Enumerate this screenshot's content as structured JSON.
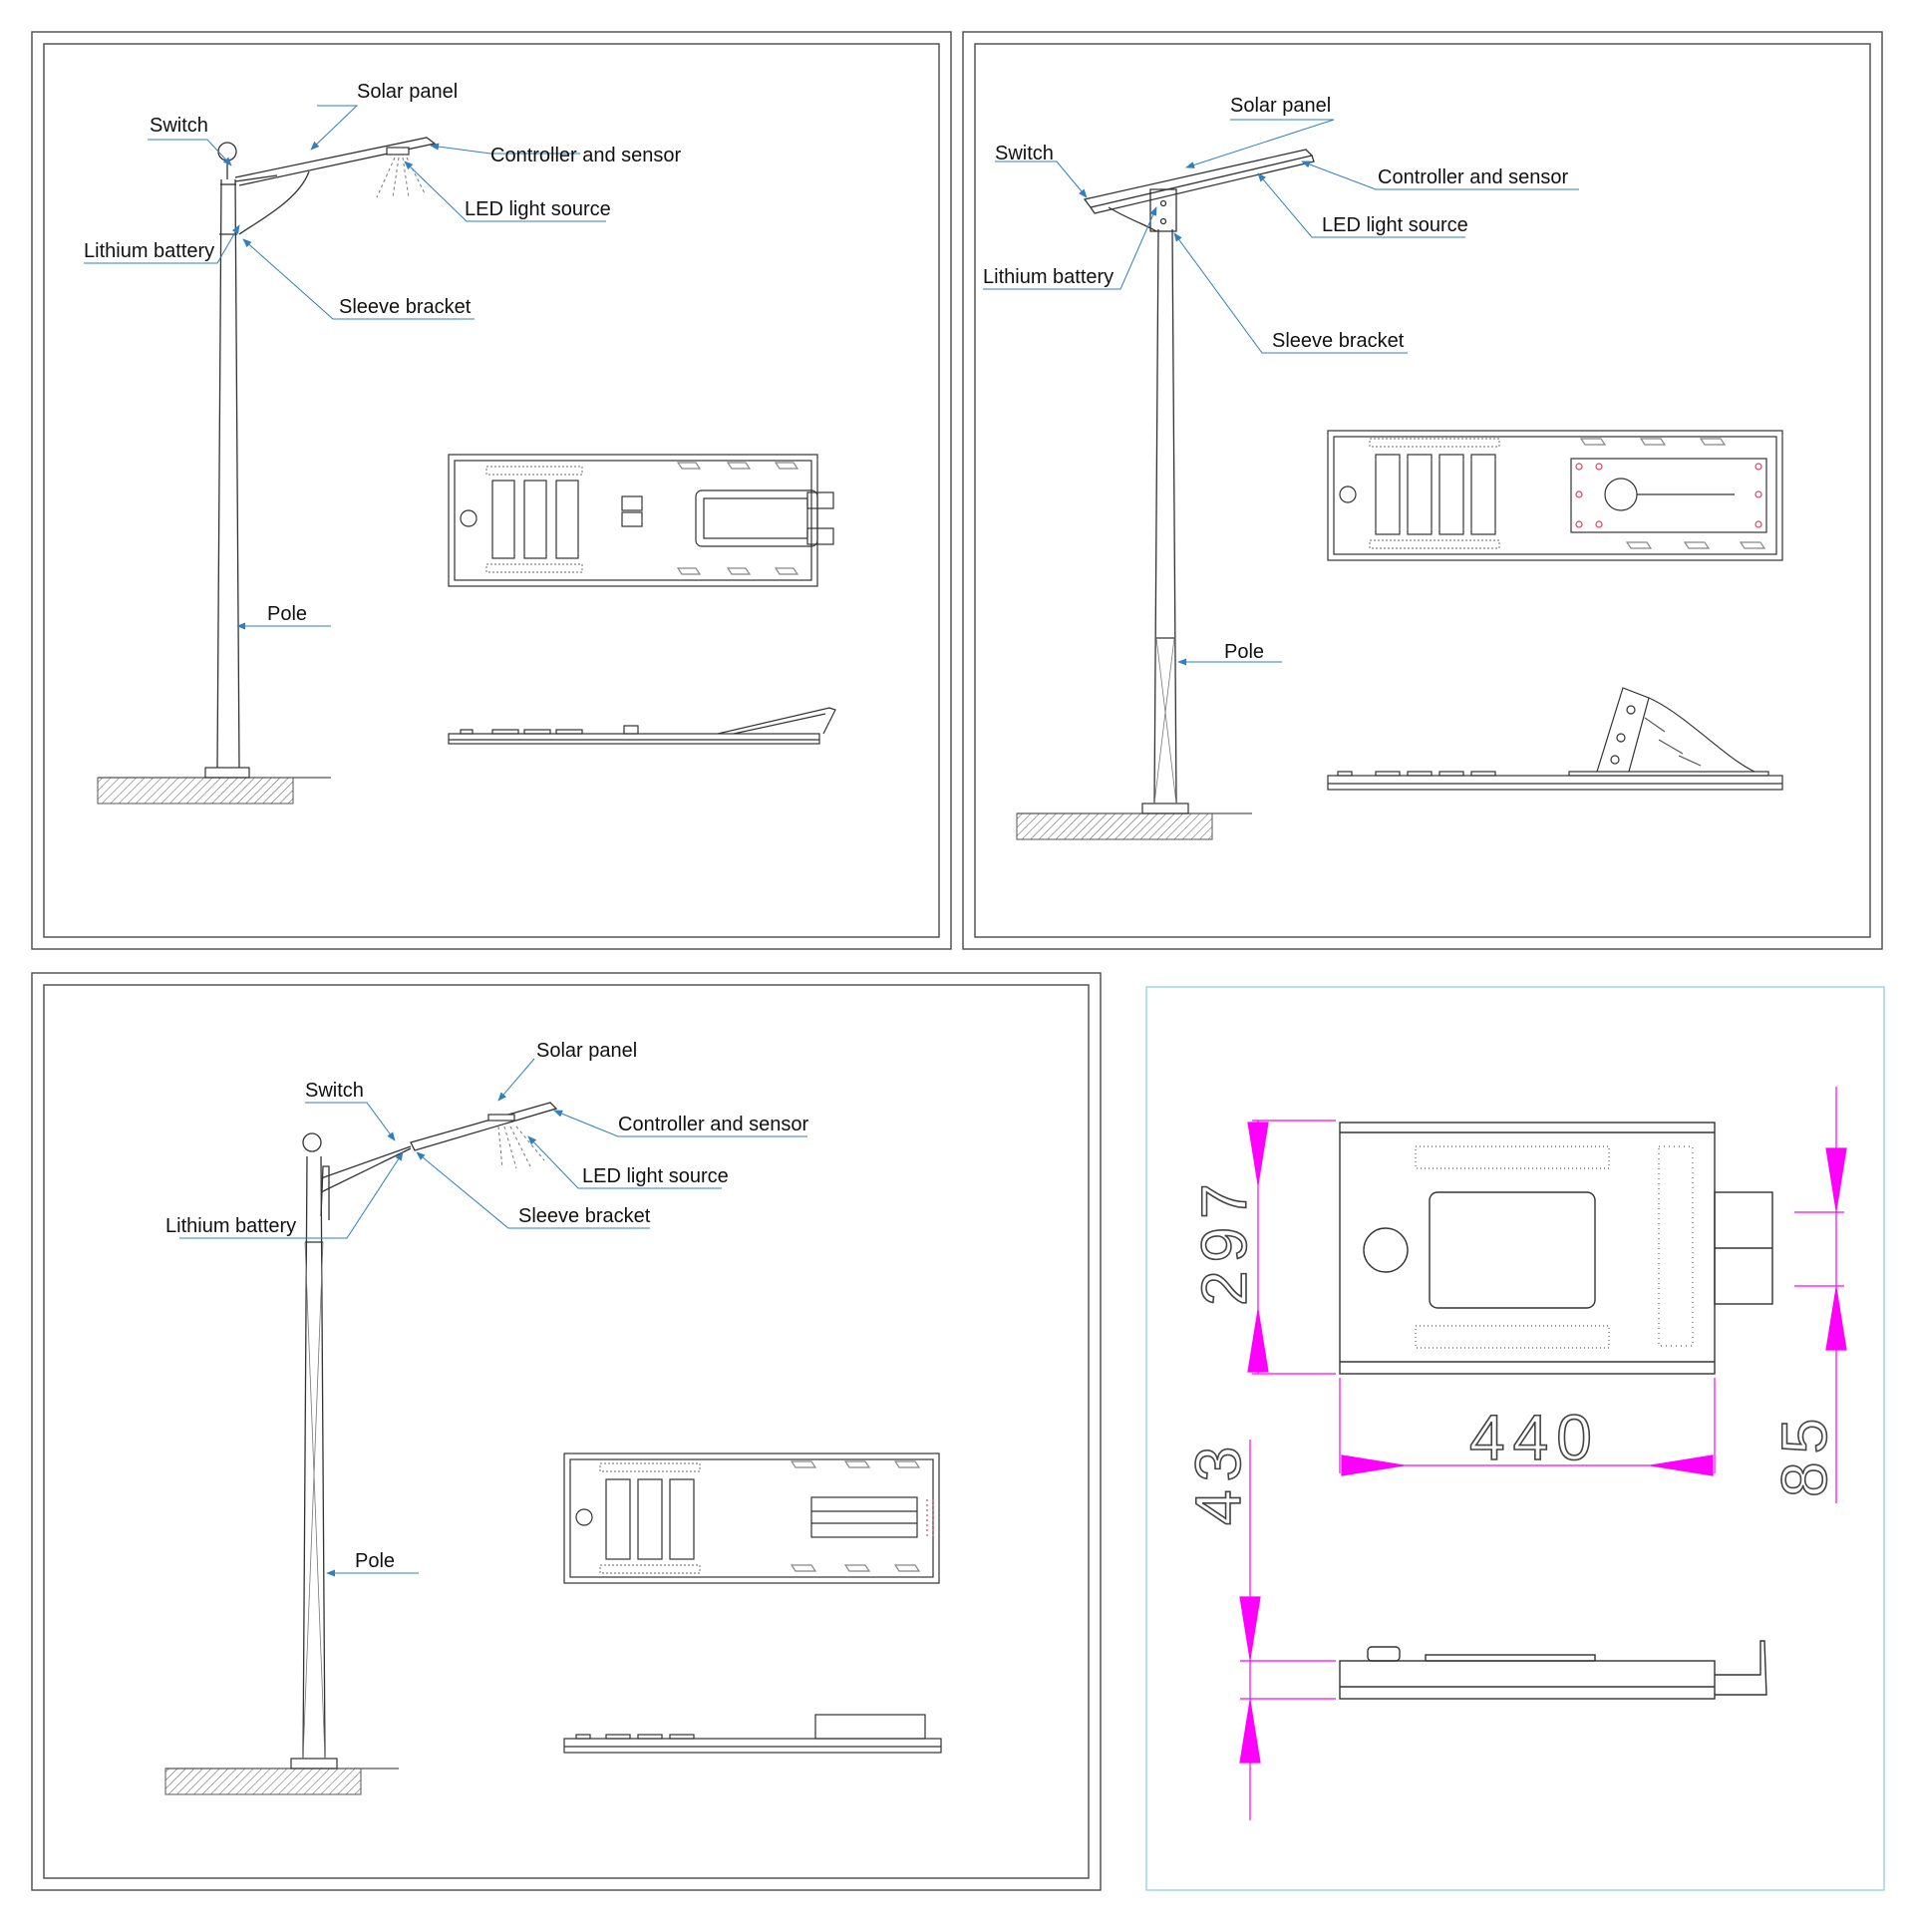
{
  "panels": [
    {
      "labels": {
        "solar_panel": "Solar panel",
        "switch": "Switch",
        "controller": "Controller and sensor",
        "led": "LED light source",
        "battery": "Lithium battery",
        "sleeve": "Sleeve bracket",
        "pole": "Pole"
      }
    },
    {
      "labels": {
        "solar_panel": "Solar panel",
        "switch": "Switch",
        "controller": "Controller and sensor",
        "led": "LED light source",
        "battery": "Lithium battery",
        "sleeve": "Sleeve bracket",
        "pole": "Pole"
      }
    },
    {
      "labels": {
        "solar_panel": "Solar panel",
        "switch": "Switch",
        "controller": "Controller and sensor",
        "led": "LED light source",
        "battery": "Lithium battery",
        "sleeve": "Sleeve bracket",
        "pole": "Pole"
      }
    }
  ],
  "dimensions": {
    "height": "297",
    "width": "440",
    "thickness": "43",
    "bracket": "85"
  },
  "colors": {
    "line": "#333333",
    "leader": "#2f7fc1",
    "frame": "#555555",
    "frame_cyan": "#9ed6e0",
    "dimension": "#ff00ff",
    "dim_text": "#444444",
    "accent_red": "#e04060"
  }
}
